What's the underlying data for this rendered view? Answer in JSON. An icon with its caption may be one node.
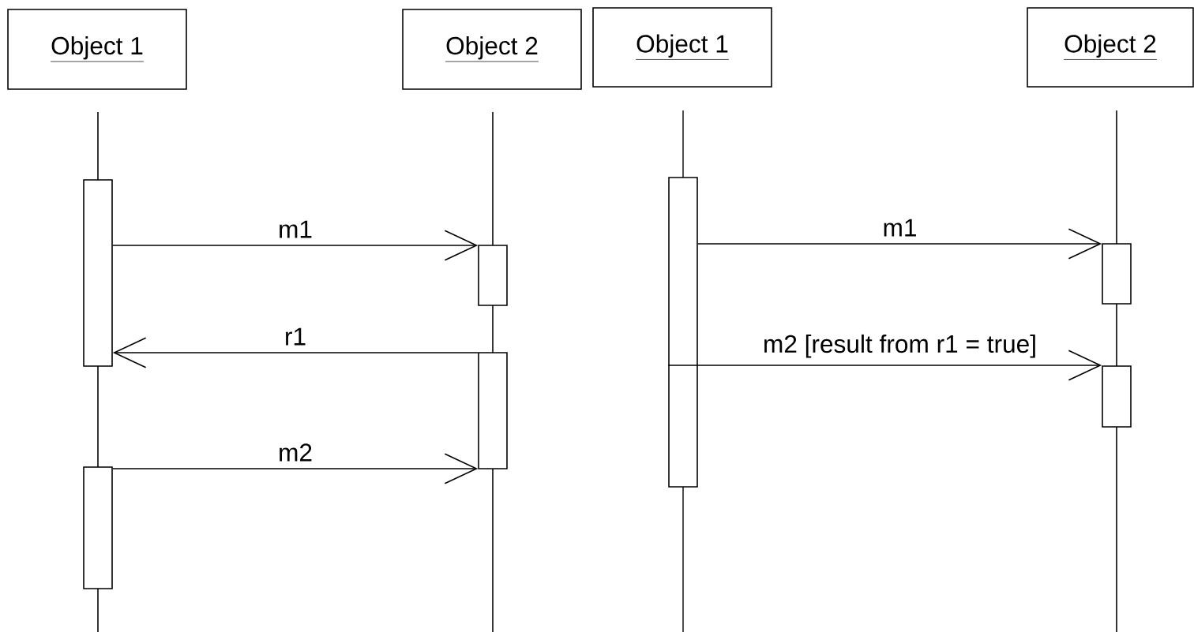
{
  "diagram": {
    "nodes": [
      {
        "text": [
          "Object 1"
        ]
      },
      {
        "text": [
          "Object 2"
        ]
      },
      {
        "text": [
          "Object 1"
        ]
      },
      {
        "text": [
          "Object 2"
        ]
      },
      {
        "text": [],
        "shape": "bar"
      },
      {
        "text": [],
        "shape": "bar"
      },
      {
        "text": [],
        "shape": "bar"
      },
      {
        "text": [],
        "shape": "bar"
      },
      {
        "text": [],
        "shape": "bar"
      },
      {
        "text": [],
        "shape": "bar"
      },
      {
        "text": [],
        "shape": "bar"
      }
    ],
    "edges": [
      {
        "from": 4,
        "to": 5,
        "arrow": "to",
        "label": "m1"
      },
      {
        "from": 6,
        "to": 4,
        "arrow": "to",
        "label": "r1"
      },
      {
        "from": 7,
        "to": 6,
        "arrow": "to",
        "label": "m2"
      },
      {
        "from": 8,
        "to": 9,
        "arrow": "to",
        "label": "m1"
      },
      {
        "from": 8,
        "to": 10,
        "arrow": "to",
        "label": "m2 [result from r1 = true]"
      }
    ]
  }
}
